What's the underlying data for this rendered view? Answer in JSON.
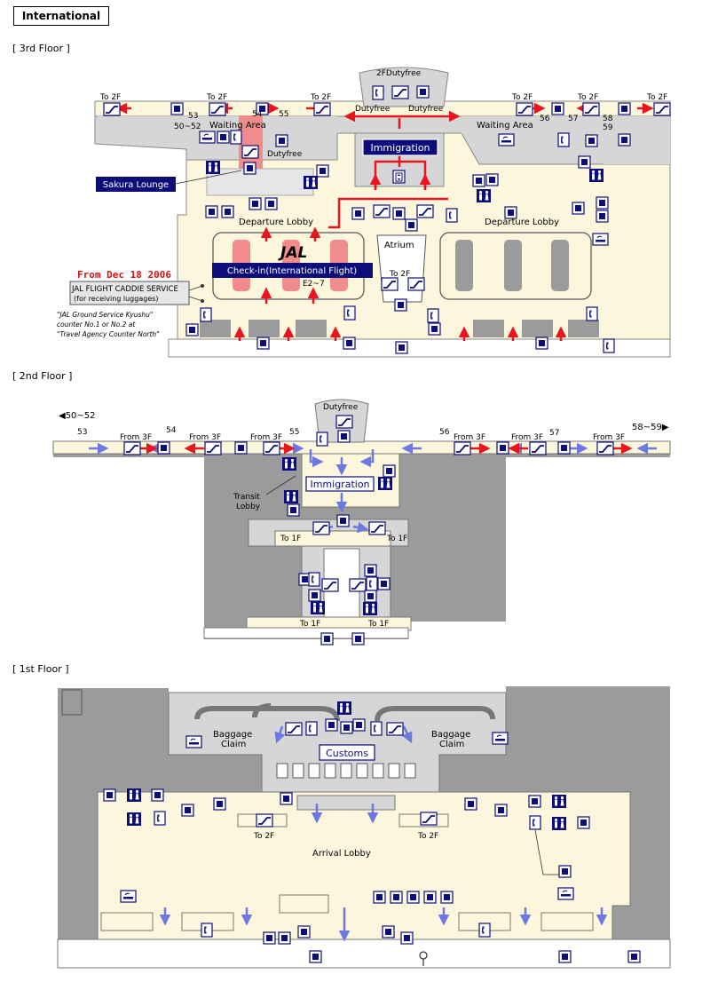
{
  "header": {
    "title": "International"
  },
  "floors": {
    "f3": {
      "label": "[ 3rd Floor ]",
      "to2f": "To 2F",
      "dutyfree_top": "2FDutyfree",
      "dutyfree_left": "Dutyfree",
      "dutyfree_right": "Dutyfree",
      "dutyfree": "Dutyfree",
      "waiting_area": "Waiting Area",
      "immigration": "Immigration",
      "sakura_lounge": "Sakura Lounge",
      "departure_lobby": "Departure Lobby",
      "atrium": "Atrium",
      "jal_logo": "JAL",
      "checkin": "Check-in(International Flight)",
      "checkin_counters": "E2~7",
      "from_date": "From Dec 18 2006",
      "caddie_service": "JAL FLIGHT CADDIE SERVICE",
      "caddie_sub": "(for receiving luggages)",
      "note1": "\"JAL Ground Service Kyushu\"",
      "note2": "counter No.1 or No.2 at",
      "note3": "\"Travel Agency Counter North\"",
      "gates": {
        "g50_52": "50~52",
        "g53": "53",
        "g54": "54",
        "g55": "55",
        "g56": "56",
        "g57": "57",
        "g58": "58",
        "g59": "59"
      }
    },
    "f2": {
      "label": "[ 2nd Floor ]",
      "dutyfree": "Dutyfree",
      "from3f": "From 3F",
      "immigration": "Immigration",
      "transit": "Transit",
      "lobby": "Lobby",
      "to1f": "To 1F",
      "gates_left": "◀50~52",
      "gates_right": "58~59▶",
      "gates": {
        "g53": "53",
        "g54": "54",
        "g55": "55",
        "g56": "56",
        "g57": "57"
      }
    },
    "f1": {
      "label": "[ 1st Floor ]",
      "baggage": "Baggage",
      "claim": "Claim",
      "customs": "Customs",
      "to2f": "To 2F",
      "arrival_lobby": "Arrival Lobby"
    }
  },
  "colors": {
    "floor_cream": "#fcf6dc",
    "wall_gray": "#9b9b9b",
    "light_gray": "#d6d6d6",
    "navy": "#0d0d7a",
    "red": "#e8141e",
    "blue_arrow": "#6d78e0",
    "pink": "#f08c8c",
    "date_red": "#d21414"
  },
  "icons": [
    "phone-icon",
    "escalator-icon",
    "restroom-icon",
    "elevator-icon",
    "smoking-icon",
    "baby-room-icon",
    "coinlocker-icon",
    "atm-icon",
    "info-icon",
    "bus-icon",
    "taxi-icon",
    "post-icon",
    "car-rental-icon",
    "water-icon",
    "restaurant-icon",
    "medical-icon"
  ]
}
